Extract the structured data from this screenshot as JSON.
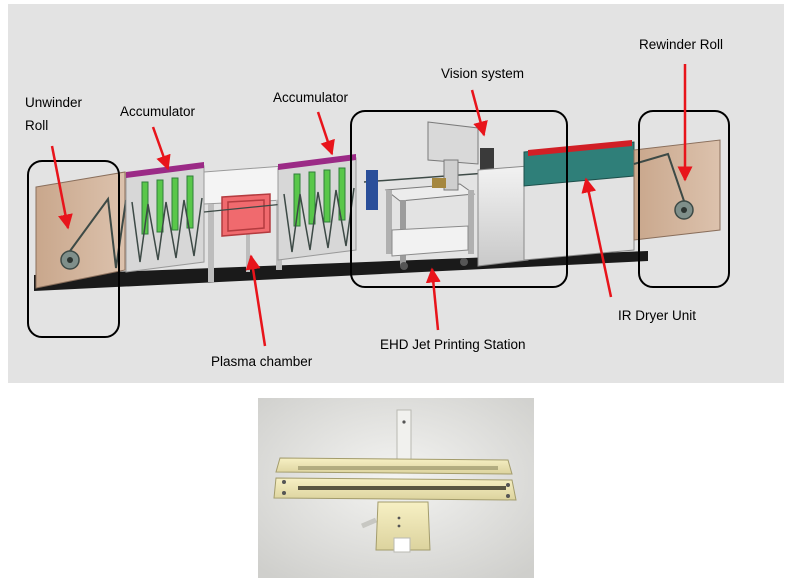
{
  "colors": {
    "panel_background": "#e3e3e3",
    "callout_arrow": "#e8141b",
    "callout_box": "#000000",
    "frame_tan": "#d4b59c",
    "accumulator_cap": "#9b2a86",
    "accumulator_roller": "#59c74a",
    "plasma_box": "#f06a6e",
    "dryer_body": "#2f7f79",
    "dryer_lamp": "#d11f26",
    "base_rail": "#1a1a1a"
  },
  "labels": {
    "unwinder_line1": "Unwinder",
    "unwinder_line2": "Roll",
    "accumulator_left": "Accumulator",
    "accumulator_right": "Accumulator",
    "vision_system": "Vision system",
    "rewinder": "Rewinder Roll",
    "plasma_chamber": "Plasma chamber",
    "ehd_station": "EHD Jet Printing Station",
    "ir_dryer": "IR Dryer Unit"
  },
  "icons": {
    "unwinder": "unwinder-roll-icon",
    "rewinder": "rewinder-roll-icon",
    "printhead": "slot-die-printhead-icon"
  }
}
